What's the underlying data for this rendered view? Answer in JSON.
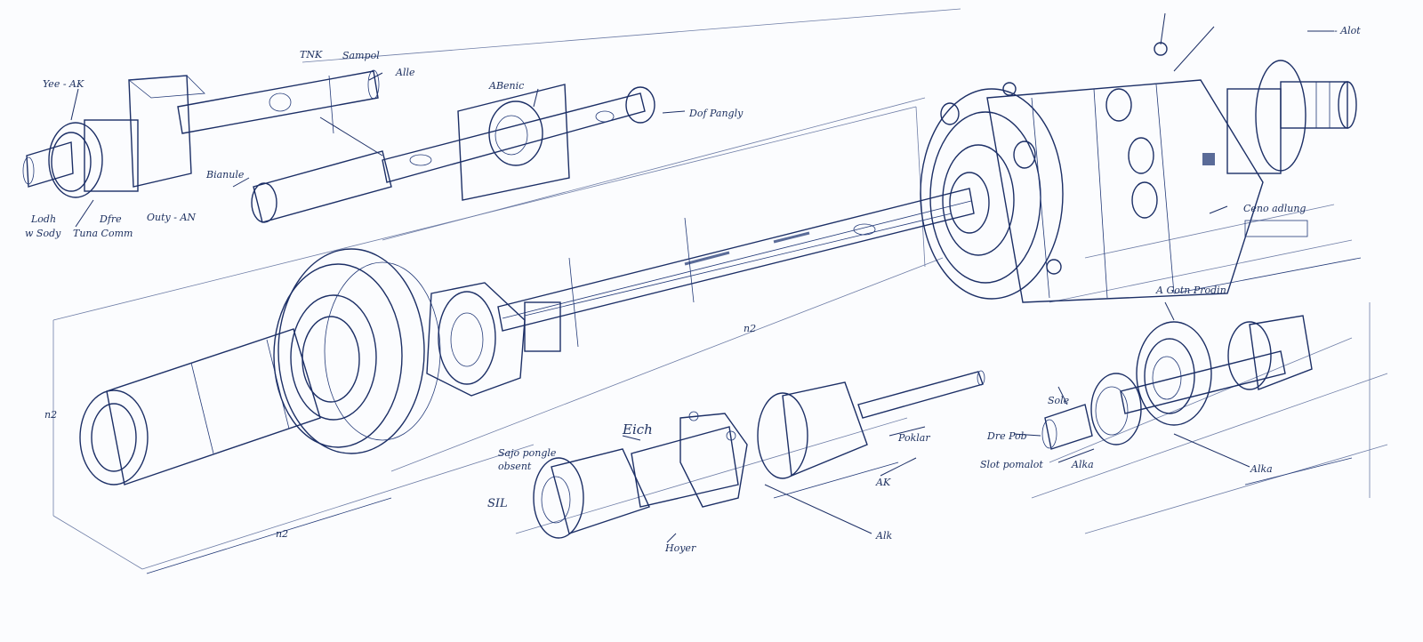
{
  "colors": {
    "paper": "#fbfcfe",
    "ink": "#1c2f66",
    "metal_light": "#eef1f8",
    "metal_mid": "#b7c2dc",
    "metal_dark": "#5a6b98"
  },
  "labels": {
    "top_left": {
      "yee_ak": "Yee - AK",
      "tnk": "TNK",
      "sampol": "Sampol",
      "alle_top": "Alle",
      "lodh": "Lodh",
      "w_sody": "w Sody",
      "dfre": "Dfre",
      "tuna_comm": "Tuna Comm",
      "outy_an": "Outy - AN",
      "bianule": "Bianule",
      "abenic": "ABenic",
      "dof_pangly": "Dof Pangly"
    },
    "top_right": {
      "alot": "- Alot",
      "ceno_adung": "Ceno adlung"
    },
    "middle": {
      "h_dim": "n2",
      "left_dim": "n2",
      "bottom_dim": "n2",
      "gear_pandin": "A Gotn Prodin"
    },
    "bottom_center": {
      "eich": "Eich",
      "sajo_pongle": "Sajo pongle",
      "obsent": "obsent",
      "sil": "SIL",
      "hoyer": "Hoyer",
      "poklar": "Poklar",
      "alk_a": "AK",
      "alk_b": "Alk"
    },
    "bottom_right": {
      "sole": "Sole",
      "dre_pob": "Dre Pob",
      "slot_pomalot": "Slot pomalot",
      "alka_a": "Alka",
      "alka_b": "Alka"
    }
  }
}
